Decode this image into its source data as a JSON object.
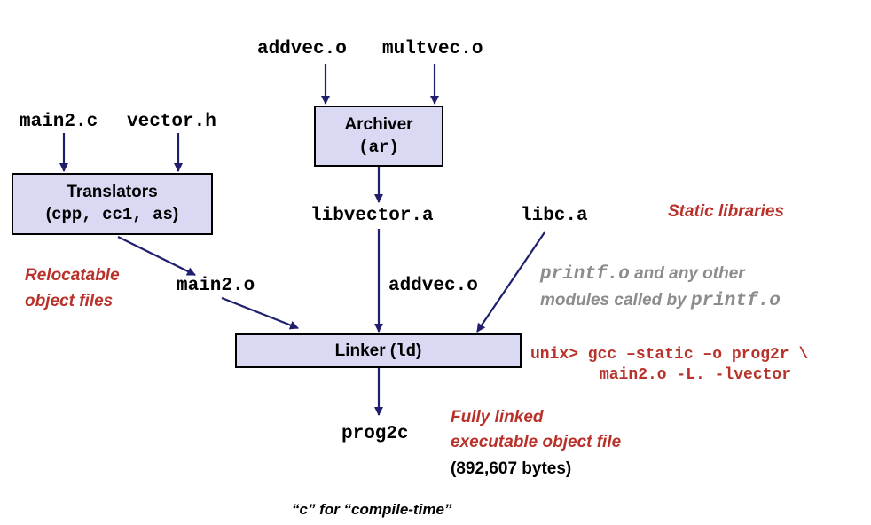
{
  "files": {
    "addvec_o_top": "addvec.o",
    "multvec_o": "multvec.o",
    "main2_c": "main2.c",
    "vector_h": "vector.h",
    "libvector_a": "libvector.a",
    "libc_a": "libc.a",
    "main2_o": "main2.o",
    "addvec_o_mid": "addvec.o",
    "prog2c": "prog2c"
  },
  "boxes": {
    "archiver_title": "Archiver",
    "archiver_cmd": "(ar)",
    "translators_title": "Translators",
    "translators_open": "(",
    "translators_cmds": "cpp, cc1, as",
    "translators_close": ")",
    "linker_title": "Linker (",
    "linker_cmd": "ld",
    "linker_close": ")"
  },
  "labels": {
    "static_libraries": "Static libraries",
    "relocatable_line1": "Relocatable",
    "relocatable_line2": "object files",
    "printf_code": "printf.o",
    "printf_text1": " and any other",
    "printf_text2": "modules called by ",
    "printf_code2": "printf.o",
    "fully_linked_line1": "Fully linked",
    "fully_linked_line2": "executable object file",
    "bytes": "(892,607 bytes)",
    "footnote": "“c” for “compile-time”"
  },
  "command": {
    "line1": "unix> gcc –static –o prog2r \\",
    "line2": "main2.o -L. -lvector"
  },
  "colors": {
    "box_fill": "#d9d9f3",
    "arrow": "#1f1f6e",
    "red_text": "#b8312a",
    "gray_text": "#8c8c8c"
  }
}
